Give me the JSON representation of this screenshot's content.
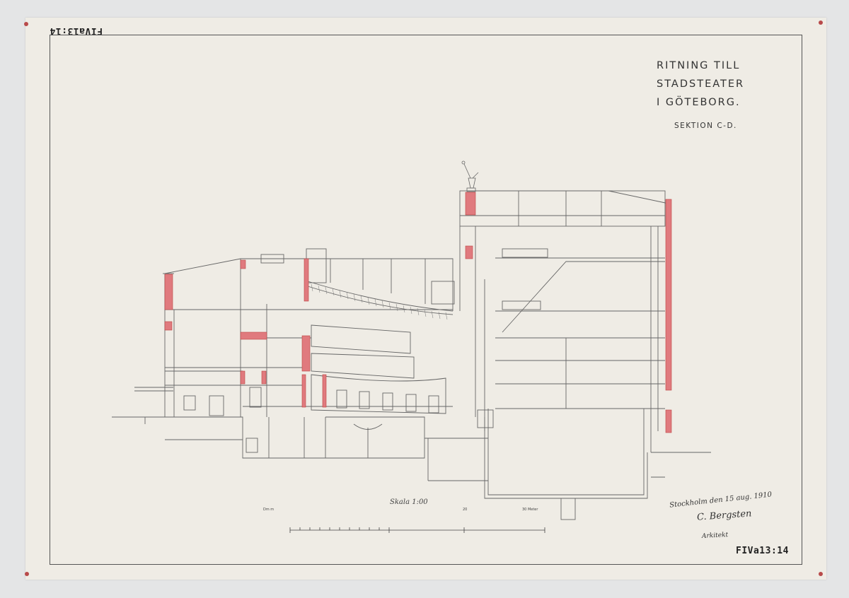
{
  "archive_code_top": "FIVa13:14",
  "archive_code_bottom": "FIVa13:14",
  "title": {
    "line1": "RITNING TILL",
    "line2": "STADSTEATER",
    "line3": "I GÖTEBORG.",
    "section": "SEKTION C-D."
  },
  "scale": {
    "label": "Skala 1:00",
    "start_label": "Dm m",
    "mid_label": "20",
    "end_label": "30 Meter"
  },
  "signature": {
    "line1": "Stockholm den 15 aug. 1910",
    "line2": "C. Bergsten",
    "line3": "Arkitekt"
  },
  "colors": {
    "paper": "#efece5",
    "background": "#e4e5e6",
    "ink": "#555555",
    "section_fill": "#e07a7e"
  }
}
